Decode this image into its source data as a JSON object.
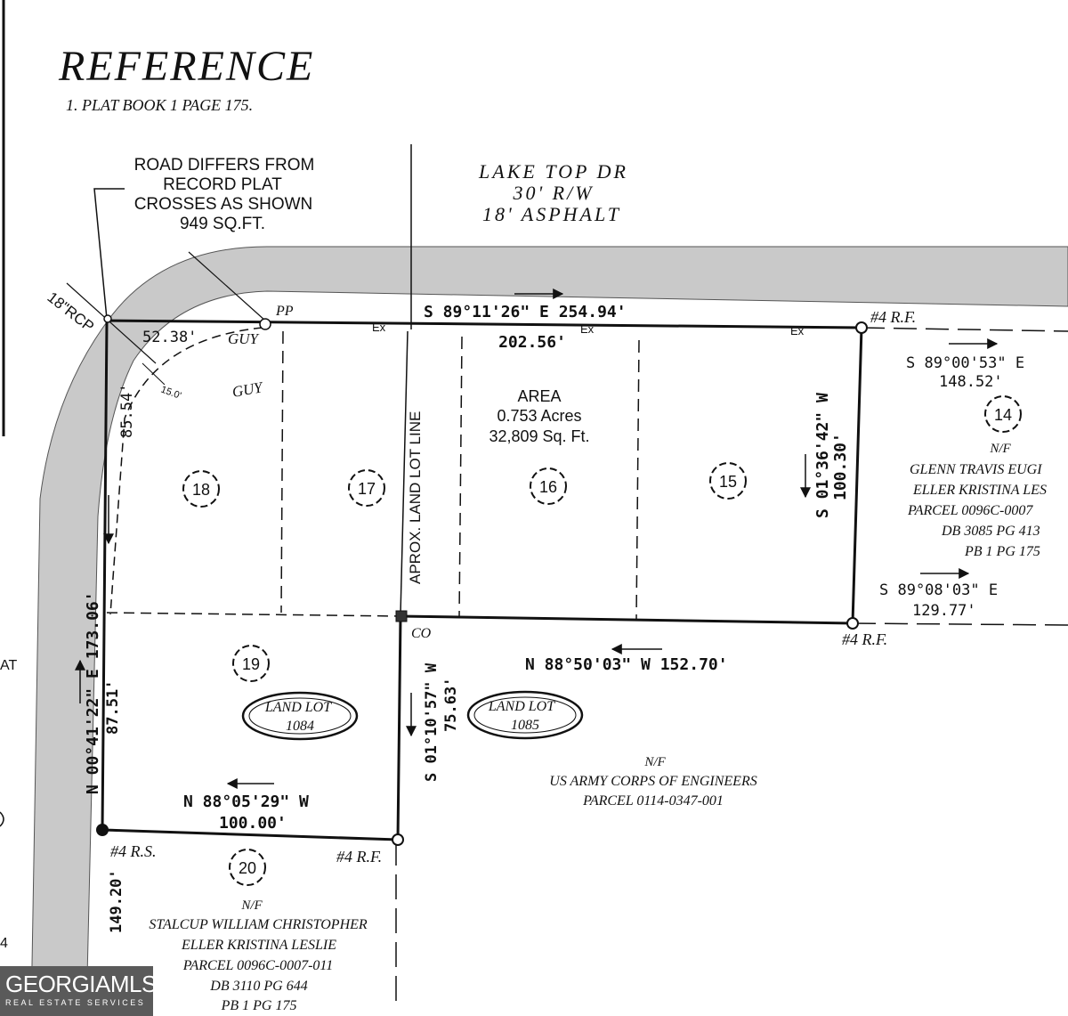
{
  "reference": {
    "title": "REFERENCE",
    "item": "1.   PLAT BOOK 1 PAGE 175."
  },
  "road": {
    "name": "LAKE TOP DR",
    "rw": "30' R/W",
    "surface": "18' ASPHALT"
  },
  "road_note": [
    "ROAD DIFFERS FROM",
    "RECORD PLAT",
    "CROSSES AS SHOWN",
    "949 SQ.FT."
  ],
  "pipe_label": "18\"RCP",
  "pp_label": "PP",
  "guy_label": "GUY",
  "guy_label_2": "GUY",
  "ex_label": "Ex",
  "radius_label": "15.0'",
  "bearings": {
    "north_line": "S 89°11'26\" E   254.94'",
    "north_sub": "202.56'",
    "corner_arc": "52.38'",
    "west_upper": "85.54'",
    "east_line": "S 01°36'42\" W",
    "east_dist": "100.30'",
    "lot14_bearing": "S 89°00'53\" E",
    "lot14_dist": "148.52'",
    "lot14_south_bearing": "S 89°08'03\" E",
    "lot14_south_dist": "129.77'",
    "south_line": "N 88°50'03\" W   152.70'",
    "west_lower": "N 00°41'22\" E   173.06'",
    "west_lower_sub": "87.51'",
    "center_line": "S 01°10'57\" W",
    "center_dist": "75.63'",
    "south_lower": "N 88°05'29\" W",
    "south_lower_dist": "100.00'",
    "lot20_west": "149.20'"
  },
  "area": {
    "label": "AREA",
    "acres": "0.753 Acres",
    "sqft": "32,809 Sq. Ft."
  },
  "land_lot_line": "APROX. LAND LOT LINE",
  "markers": {
    "rf_ne": "#4 R.F.",
    "rf_se": "#4 R.F.",
    "rs_sw": "#4 R.S.",
    "rf_s": "#4 R.F.",
    "co": "CO"
  },
  "lots": [
    "18",
    "17",
    "16",
    "15",
    "19",
    "20",
    "14"
  ],
  "land_lots": [
    {
      "label": "LAND LOT",
      "number": "1084"
    },
    {
      "label": "LAND LOT",
      "number": "1085"
    }
  ],
  "owners": {
    "lot14": [
      "N/F",
      "GLENN TRAVIS EUGI",
      "ELLER KRISTINA LES",
      "PARCEL 0096C-0007",
      "DB 3085  PG 413",
      "PB 1 PG 175"
    ],
    "corps": [
      "N/F",
      "US ARMY CORPS OF ENGINEERS",
      "PARCEL 0114-0347-001"
    ],
    "lot20": [
      "N/F",
      "STALCUP WILLIAM CHRISTOPHER",
      "ELLER KRISTINA LESLIE",
      "PARCEL 0096C-0007-011",
      "DB 3110 PG 644",
      "PB 1 PG 175"
    ]
  },
  "edge_fragments": [
    "AT",
    "4"
  ],
  "logo": {
    "brand": "GEORGIAMLS",
    "sub": "REAL ESTATE SERVICES"
  },
  "colors": {
    "road_fill": "#c9c9c9",
    "line": "#111111",
    "logo_bg": "#5a5a5a"
  }
}
